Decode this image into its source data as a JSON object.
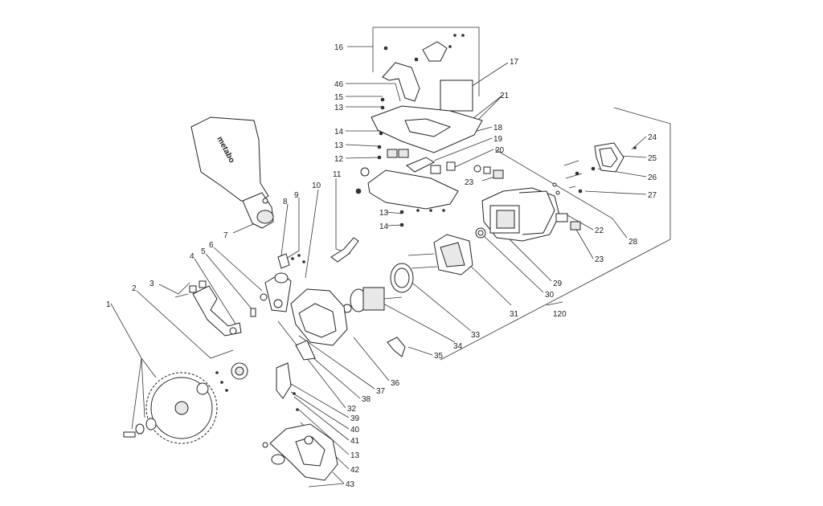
{
  "callouts": [
    "1",
    "2",
    "3",
    "4",
    "5",
    "6",
    "7",
    "8",
    "9",
    "10",
    "11",
    "12",
    "13",
    "13",
    "13",
    "13",
    "14",
    "14",
    "15",
    "16",
    "17",
    "18",
    "19",
    "20",
    "21",
    "22",
    "23",
    "23",
    "24",
    "25",
    "26",
    "27",
    "28",
    "29",
    "30",
    "31",
    "32",
    "33",
    "34",
    "35",
    "36",
    "37",
    "38",
    "39",
    "40",
    "41",
    "42",
    "43",
    "46",
    "120"
  ],
  "bag_logo": "metabo"
}
